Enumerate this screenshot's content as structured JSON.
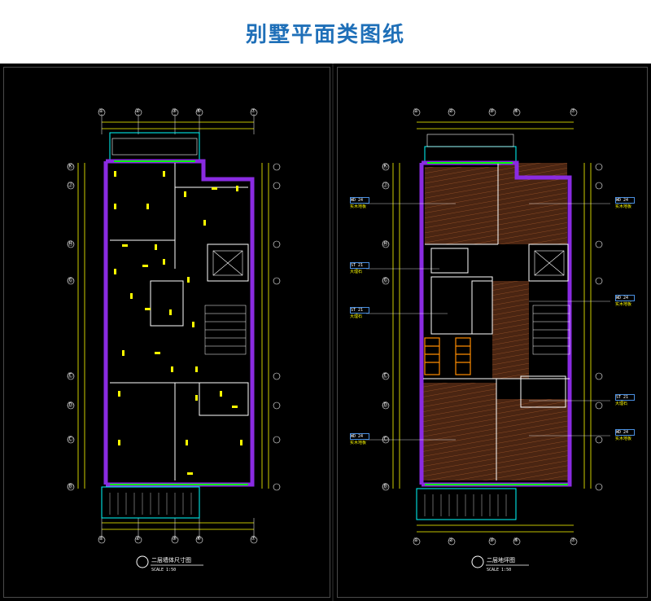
{
  "page": {
    "title": "别墅平面类图纸"
  },
  "colors": {
    "title": "#1e6fb8",
    "wall": "#8a2be2",
    "dimension": "#ffff00",
    "line": "#ffffff",
    "green": "#00ff00",
    "cyan": "#00ffff",
    "floor": "#5a2d14"
  },
  "left_drawing": {
    "caption_title": "二层墙体尺寸图",
    "caption_scale": "SCALE 1:50",
    "grid_top": [
      "①",
      "②",
      "③",
      "④",
      "⑦"
    ],
    "grid_bottom": [
      "①",
      "②",
      "③",
      "④",
      "⑦"
    ],
    "grid_side": [
      "Ⓚ",
      "Ⓙ",
      "Ⓗ",
      "Ⓖ",
      "Ⓔ",
      "Ⓓ",
      "Ⓒ",
      "Ⓑ"
    ]
  },
  "right_drawing": {
    "caption_title": "二层地坪图",
    "caption_scale": "SCALE 1:50",
    "grid_top": [
      "①",
      "②",
      "③",
      "④",
      "⑦"
    ],
    "grid_bottom": [
      "①",
      "②",
      "③",
      "④",
      "⑦"
    ],
    "grid_side": [
      "Ⓚ",
      "Ⓙ",
      "Ⓗ",
      "Ⓖ",
      "Ⓔ",
      "Ⓓ",
      "Ⓒ",
      "Ⓑ"
    ],
    "tags": [
      {
        "code": "WD  24",
        "note": "实木地板"
      },
      {
        "code": "WD  24",
        "note": "实木地板"
      },
      {
        "code": "ST  21",
        "note": "大理石"
      },
      {
        "code": "ST  21",
        "note": "大理石"
      },
      {
        "code": "WD  24",
        "note": "实木地板"
      },
      {
        "code": "WD  24",
        "note": "实木地板"
      },
      {
        "code": "ST  21",
        "note": "大理石"
      },
      {
        "code": "WD  24",
        "note": "实木地板"
      }
    ]
  }
}
